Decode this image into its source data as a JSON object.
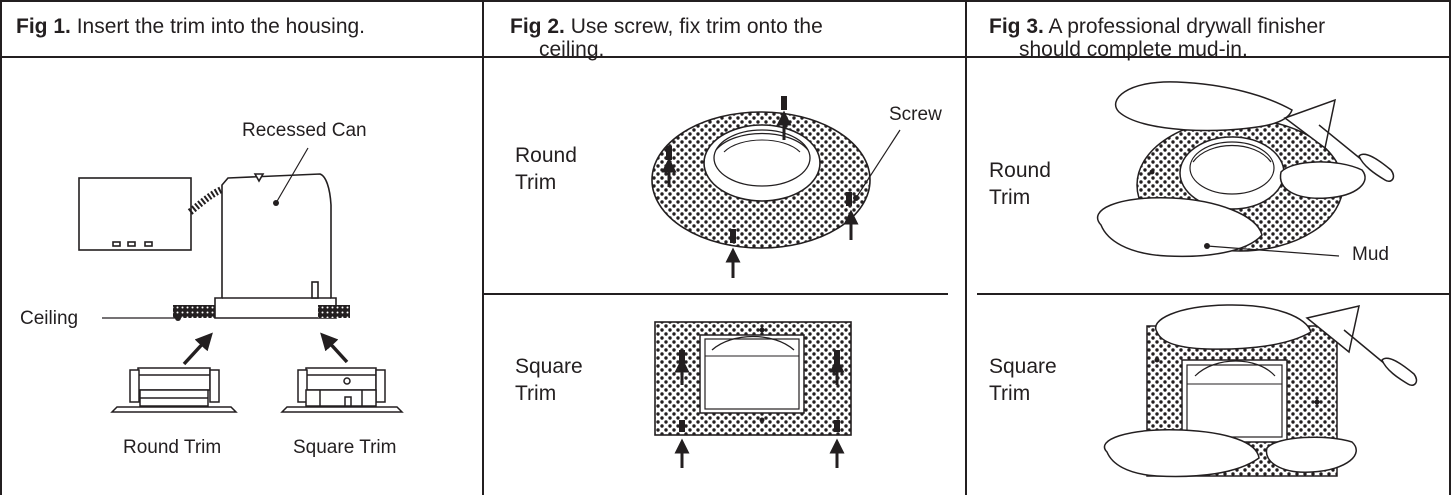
{
  "fig1": {
    "fig_label": "Fig 1.",
    "caption": "Insert the trim into the housing.",
    "recessed_can_label": "Recessed Can",
    "ceiling_label": "Ceiling",
    "round_trim_label": "Round Trim",
    "square_trim_label": "Square Trim"
  },
  "fig2": {
    "fig_label": "Fig 2.",
    "caption_line1": "Use screw, fix trim onto the",
    "caption_line2": "ceiling.",
    "screw_label": "Screw",
    "round_trim_line1": "Round",
    "round_trim_line2": "Trim",
    "square_trim_line1": "Square",
    "square_trim_line2": "Trim"
  },
  "fig3": {
    "fig_label": "Fig 3.",
    "caption_line1": "A professional drywall finisher",
    "caption_line2": "should complete mud-in.",
    "mud_label": "Mud",
    "round_trim_line1": "Round",
    "round_trim_line2": "Trim",
    "square_trim_line1": "Square",
    "square_trim_line2": "Trim"
  }
}
